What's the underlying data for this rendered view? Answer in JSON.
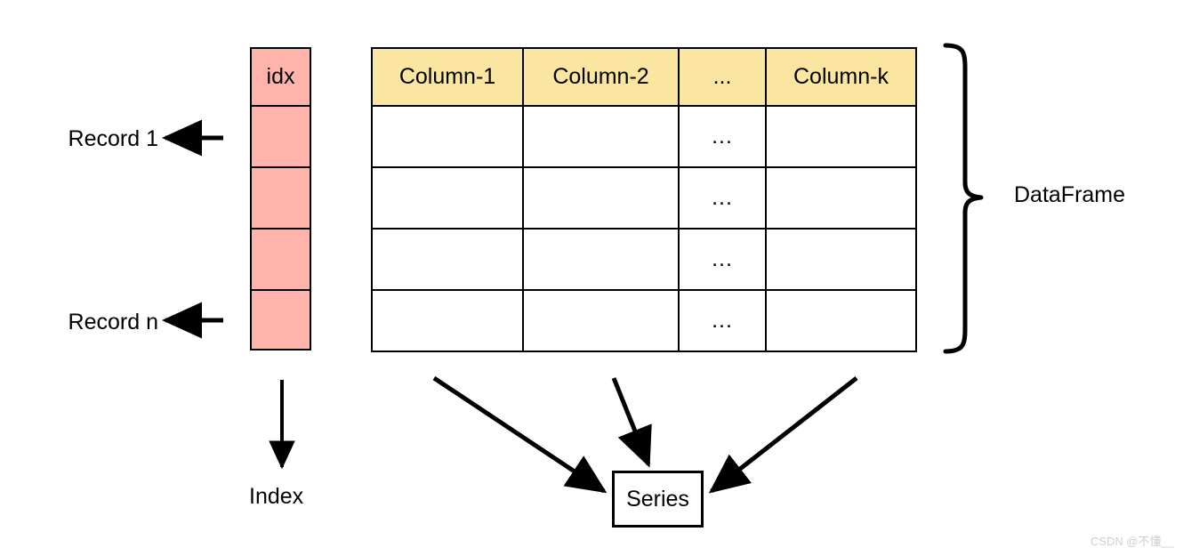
{
  "diagram": {
    "title_hidden": "",
    "index_column": {
      "header_label": "idx",
      "row_count": 4,
      "fill_color": "#ffb3ab",
      "border_color": "#000000"
    },
    "dataframe_table": {
      "headers": [
        "Column-1",
        "Column-2",
        "...",
        "Column-k"
      ],
      "header_fill": "#fae6a0",
      "body_fill": "#ffffff",
      "border_color": "#000000",
      "rows": [
        [
          "",
          "",
          "...",
          ""
        ],
        [
          "",
          "",
          "...",
          ""
        ],
        [
          "",
          "",
          "...",
          ""
        ],
        [
          "",
          "",
          "...",
          ""
        ]
      ]
    },
    "record_labels": [
      {
        "text": "Record 1"
      },
      {
        "text": "Record n"
      }
    ],
    "brace_label": "DataFrame",
    "index_label": "Index",
    "series_label": "Series",
    "watermark": "CSDN @不懂__"
  }
}
